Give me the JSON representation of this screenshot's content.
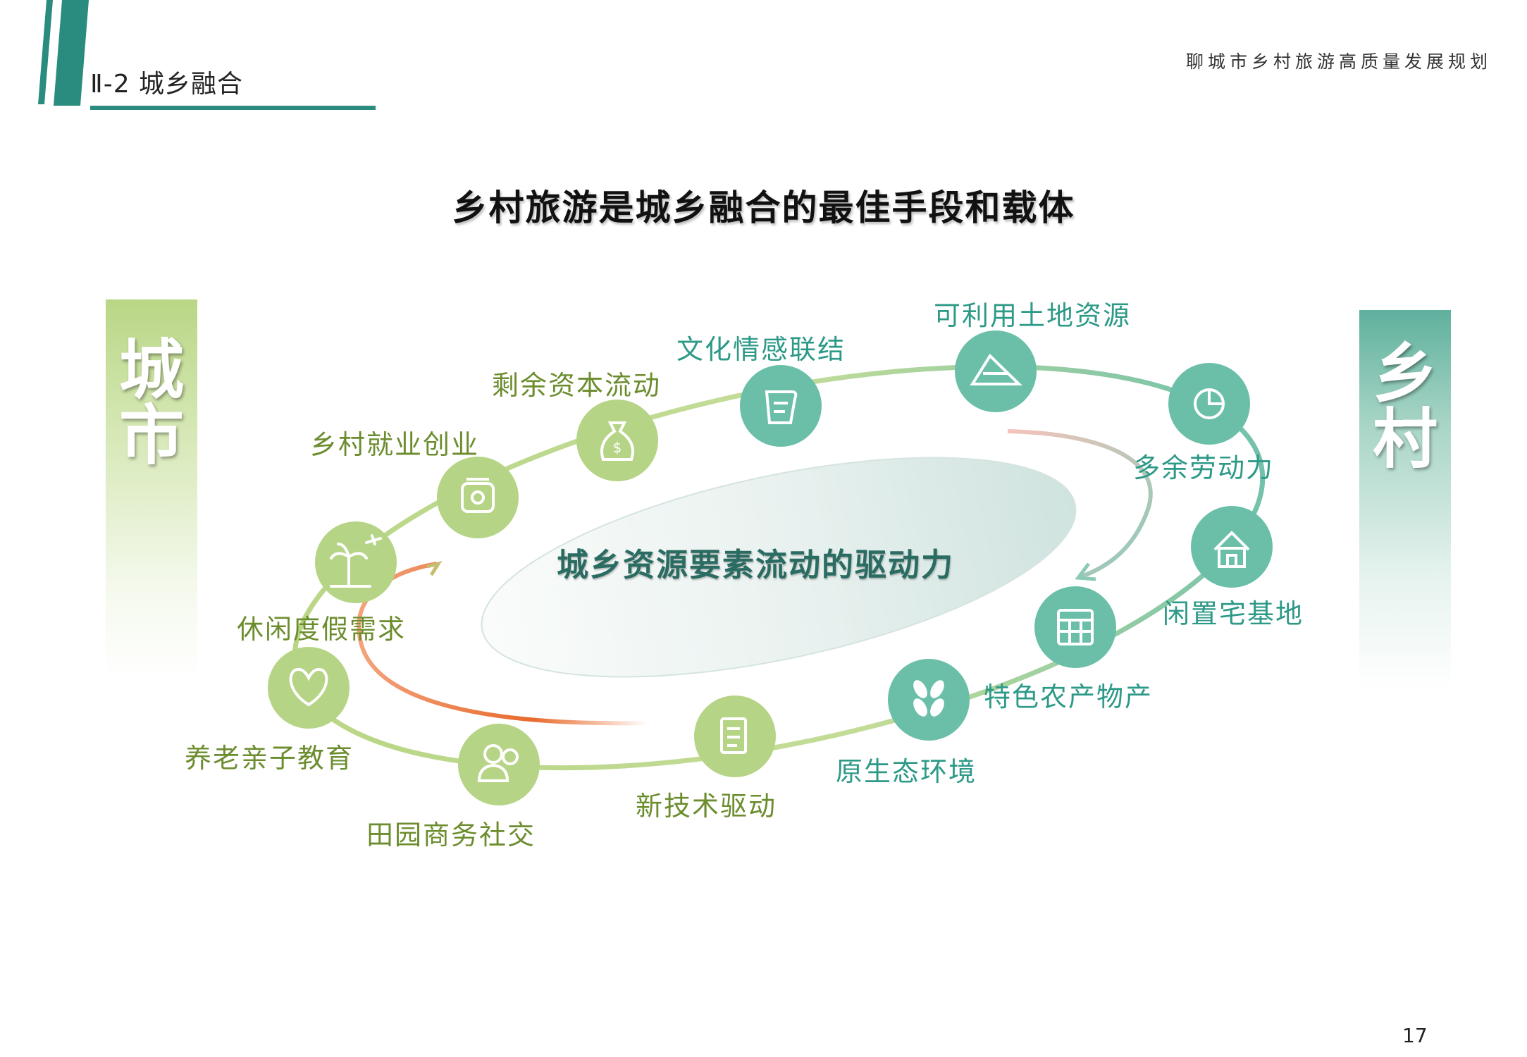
{
  "header": {
    "section_label": "Ⅱ-2 城乡融合",
    "doc_title": "聊城市乡村旅游高质量发展规划"
  },
  "main_title": "乡村旅游是城乡融合的最佳手段和载体",
  "side_panels": {
    "city": {
      "chars": [
        "城",
        "市"
      ]
    },
    "village": {
      "chars": [
        "乡",
        "村"
      ]
    }
  },
  "center_text": "城乡资源要素流动的驱动力",
  "nodes": [
    {
      "label": "养老亲子教育",
      "icon": "hands-heart-icon",
      "color": "#b6d486"
    },
    {
      "label": "休闲度假需求",
      "icon": "palm-tree-plane-icon",
      "color": "#b6d486"
    },
    {
      "label": "乡村就业创业",
      "icon": "wallet-icon",
      "color": "#b6d486"
    },
    {
      "label": "剩余资本流动",
      "icon": "money-bag-icon",
      "color": "#b6d486"
    },
    {
      "label": "文化情感联结",
      "icon": "scroll-icon",
      "color": "#6bbfa9"
    },
    {
      "label": "可利用土地资源",
      "icon": "land-icon",
      "color": "#6bbfa9"
    },
    {
      "label": "多余劳动力",
      "icon": "worker-icon",
      "color": "#6bbfa9"
    },
    {
      "label": "闲置宅基地",
      "icon": "house-icon",
      "color": "#6bbfa9"
    },
    {
      "label": "特色农产物产",
      "icon": "calendar-icon",
      "color": "#6bbfa9"
    },
    {
      "label": "原生态环境",
      "icon": "leaves-icon",
      "color": "#6bbfa9"
    },
    {
      "label": "新技术驱动",
      "icon": "document-icon",
      "color": "#b6d486"
    },
    {
      "label": "田园商务社交",
      "icon": "people-icon",
      "color": "#b6d486"
    }
  ],
  "page_number": "17",
  "colors": {
    "accent_teal": "#2a8c7e",
    "green": "#b6d486",
    "teal": "#6bbfa9",
    "green_text": "#6c8d2e",
    "teal_text": "#2d9987"
  }
}
